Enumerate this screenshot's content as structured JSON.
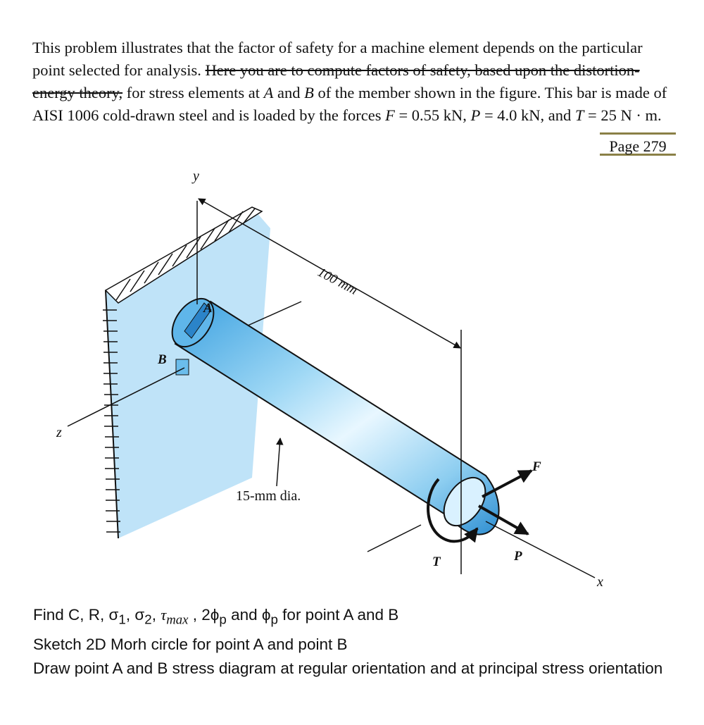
{
  "problem": {
    "t1": "This problem illustrates that the factor of safety for a machine element depends on the particular point selected for analysis. ",
    "struck": "Here you are to compute factors of safety, based upon the distortion-energy theory,",
    "t2": " for stress elements at ",
    "A": "A",
    "t3": " and ",
    "B": "B",
    "t4": " of the member shown in the figure. This bar is made of AISI 1006 cold-drawn steel and is loaded by the forces ",
    "F": "F",
    "t5": " = 0.55 kN, ",
    "P": "P",
    "t6": " = 4.0 kN, and ",
    "T": "T",
    "t7": " = 25 N · m."
  },
  "page_badge": "Page 279",
  "figure": {
    "y_label": "y",
    "z_label": "z",
    "x_label": "x",
    "A_label": "A",
    "B_label": "B",
    "dim_label": "100 mm",
    "dia_label": "15-mm dia.",
    "F_label": "F",
    "P_label": "P",
    "T_label": "T"
  },
  "tasks": {
    "line1_a": "Find C, R, σ",
    "sub1": "1",
    "line1_b": ", σ",
    "sub2": "2",
    "line1_c": ",  ",
    "tau": "τ",
    "tau_sub": "max",
    "line1_d": " , 2ϕ",
    "phi_sub1": "p",
    "line1_e": " and ϕ",
    "phi_sub2": "p",
    "line1_f": "  for point A and B",
    "line2": "Sketch  2D Morh circle for point A and point B",
    "line3": "Draw point A and B stress diagram at regular orientation and at principal stress orientation"
  }
}
